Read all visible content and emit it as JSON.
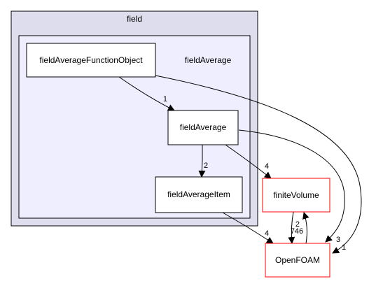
{
  "diagram": {
    "outer_cluster": {
      "label": "field"
    },
    "inner_cluster": {
      "label": "fieldAverage"
    },
    "nodes": {
      "fieldAverageFunctionObject": {
        "label": "fieldAverageFunctionObject"
      },
      "fieldAverage": {
        "label": "fieldAverage"
      },
      "fieldAverageItem": {
        "label": "fieldAverageItem"
      },
      "finiteVolume": {
        "label": "finiteVolume"
      },
      "OpenFOAM": {
        "label": "OpenFOAM"
      }
    },
    "edges": {
      "fafo_to_fa": {
        "label": "1"
      },
      "fa_to_fai": {
        "label": "2"
      },
      "fa_to_fv": {
        "label": "4"
      },
      "fa_to_of": {
        "label": "3"
      },
      "fafo_to_of": {
        "label": "1"
      },
      "fai_to_of": {
        "label": "4"
      },
      "fv_to_of": {
        "label": "746"
      },
      "of_to_fv": {
        "label": "2"
      }
    },
    "colors": {
      "outer_cluster_fill": "#dddded",
      "inner_cluster_fill": "#eeeeff",
      "node_border": "#000000",
      "external_node_border": "#ff0000",
      "edge": "#000000"
    }
  }
}
